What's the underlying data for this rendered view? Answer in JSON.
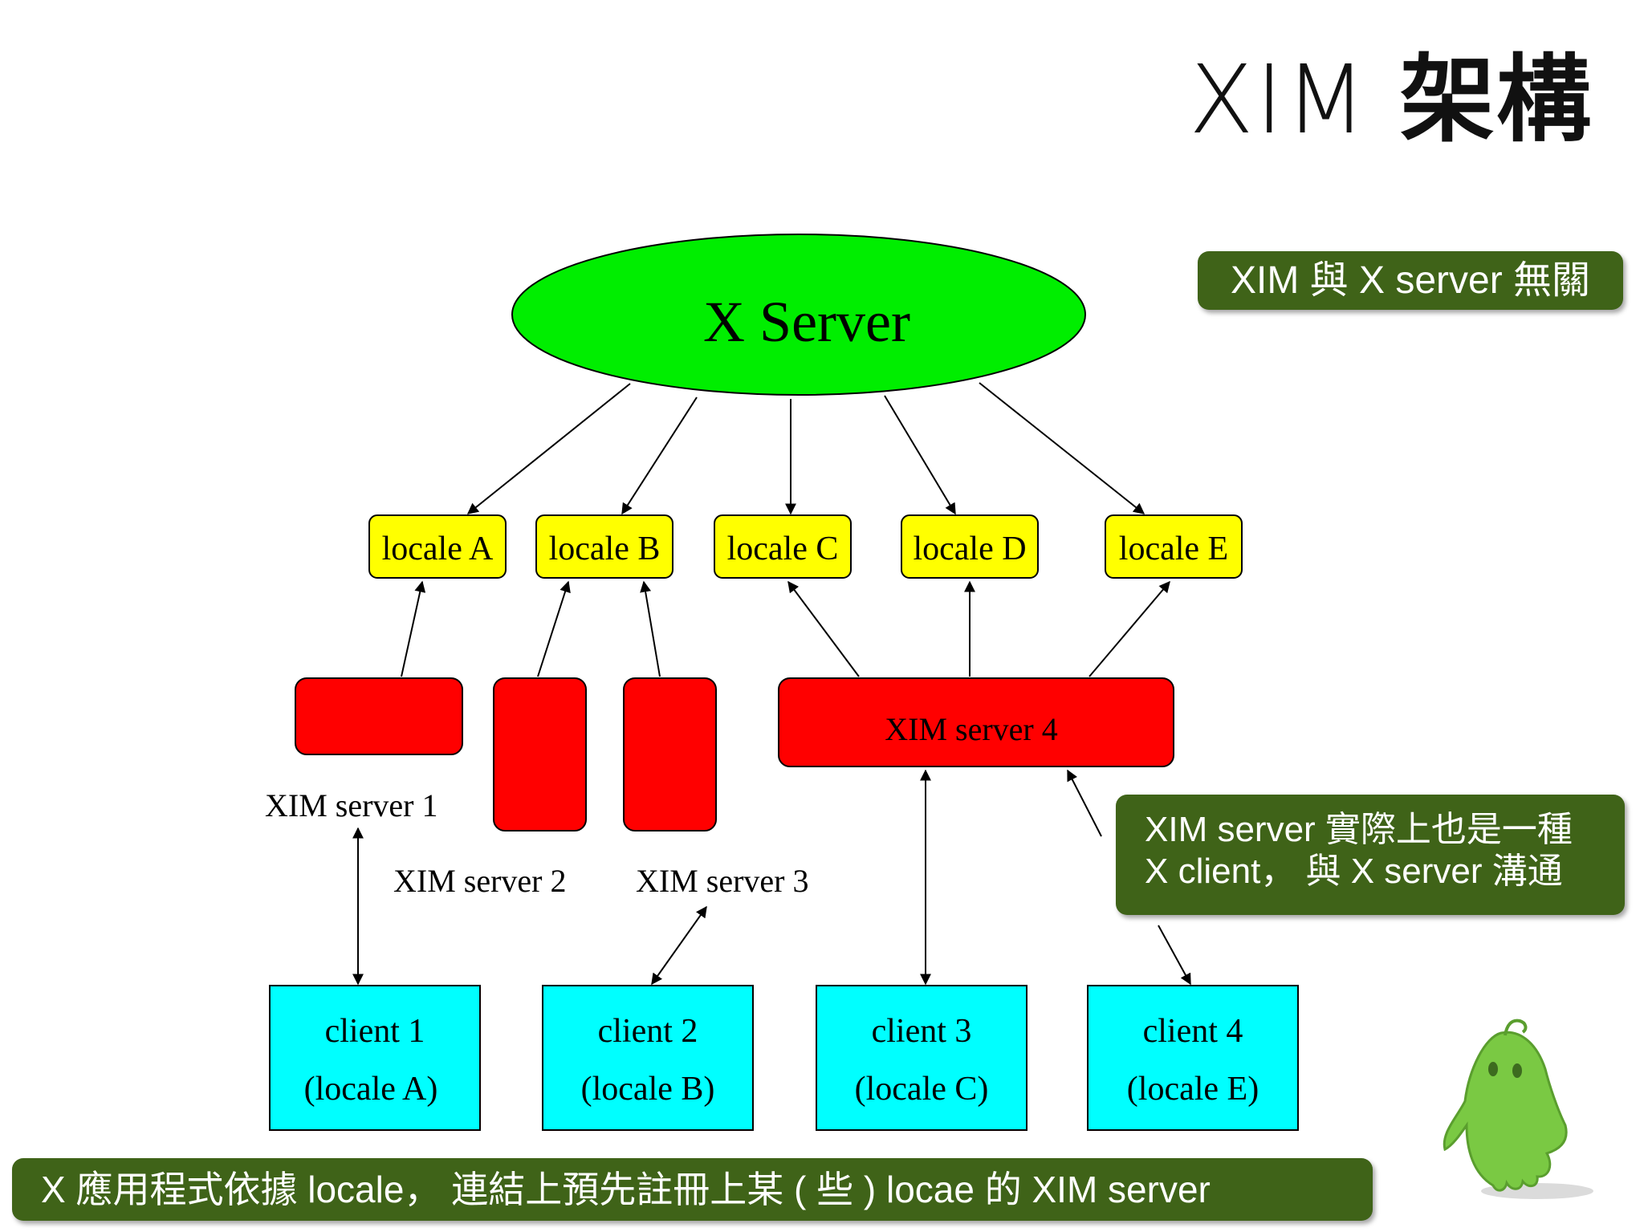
{
  "title": {
    "latin": "XIM ",
    "cjk": "架構"
  },
  "diagram": {
    "x_server": "X Server",
    "locales": [
      "locale A",
      "locale B",
      "locale C",
      "locale D",
      "locale E"
    ],
    "servers": [
      "XIM server 1",
      "XIM server 2",
      "XIM server 3",
      "XIM server 4"
    ],
    "clients": [
      {
        "name": "client 1",
        "locale": "(locale A)"
      },
      {
        "name": "client 2",
        "locale": "(locale B)"
      },
      {
        "name": "client 3",
        "locale": "(locale C)"
      },
      {
        "name": "client 4",
        "locale": "(locale E)"
      }
    ]
  },
  "callouts": {
    "top": "XIM 與 X server 無關",
    "middle_line1": "XIM server 實際上也是一種",
    "middle_line2": "X client， 與 X server 溝通",
    "bottom": "X 應用程式依據 locale， 連結上預先註冊上某 ( 些 ) locae 的 XIM server"
  },
  "colors": {
    "x_server_fill": "#00ee00",
    "locale_fill": "#ffff00",
    "server_fill": "#ff0000",
    "client_fill": "#00ffff",
    "callout_bg": "#3f6318",
    "mascot": "#7ac943"
  }
}
